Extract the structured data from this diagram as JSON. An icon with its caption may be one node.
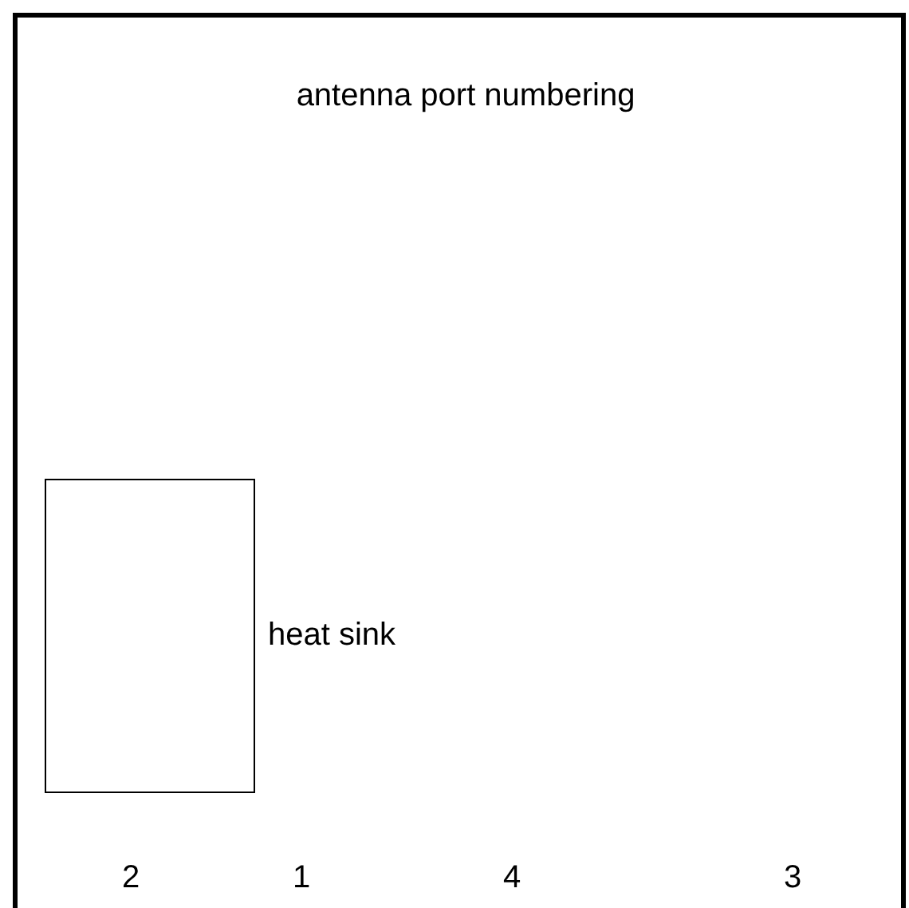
{
  "diagram": {
    "title": "antenna port numbering",
    "nodes": [
      {
        "text": [],
        "shape": "box",
        "beside": [
          "heat sink"
        ]
      }
    ],
    "labels": [
      "2",
      "1",
      "4",
      "3"
    ]
  }
}
